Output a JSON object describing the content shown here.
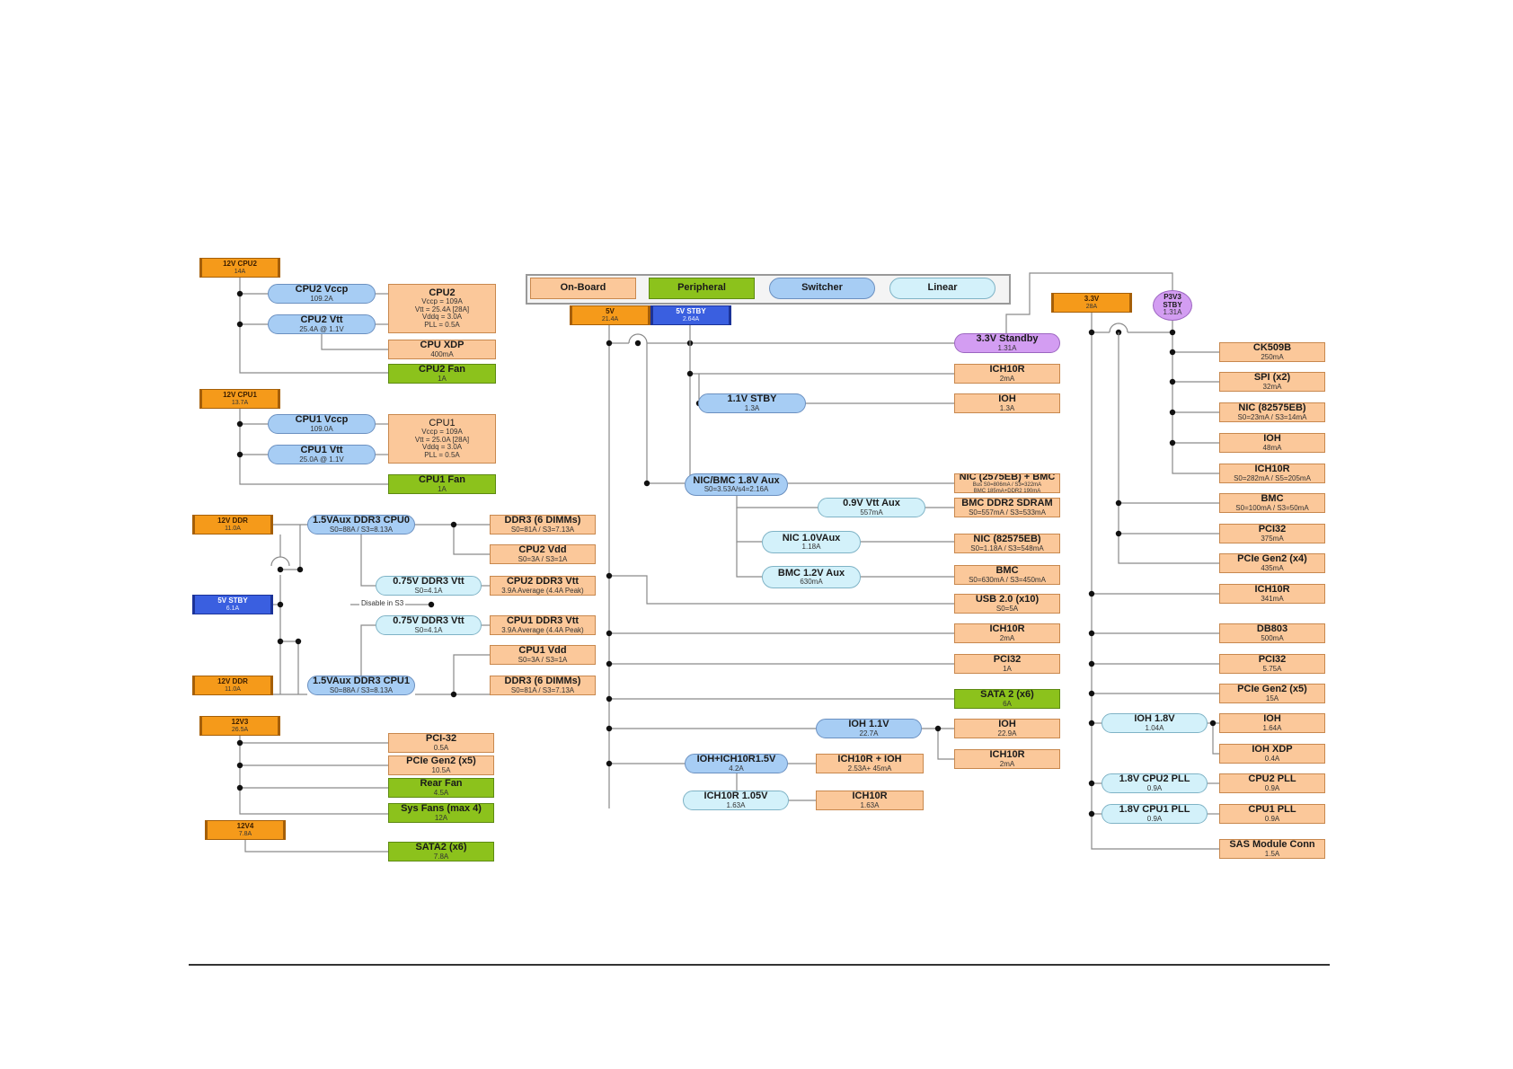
{
  "colors": {
    "onboard_fill": "#fbc89a",
    "onboard_border": "#c8884e",
    "peripheral_fill": "#8cc21c",
    "source_fill": "#f59a1a",
    "standby_source_fill": "#3a5fe0",
    "switcher_fill": "#a7cdf4",
    "linear_fill": "#d3f1fa",
    "standby_rail_fill": "#d39df2",
    "line": "#8a8a8a",
    "dot": "#111111"
  },
  "legend": [
    {
      "id": "leg-onboard",
      "t": "On-Board",
      "k": "onboard"
    },
    {
      "id": "leg-peripheral",
      "t": "Peripheral",
      "k": "peripheral"
    },
    {
      "id": "leg-switcher",
      "t": "Switcher",
      "k": "switcher"
    },
    {
      "id": "leg-linear",
      "t": "Linear",
      "k": "linear"
    }
  ],
  "notes": {
    "disable_s3": "Disable in S3"
  },
  "nodes": [
    {
      "id": "src-12vcpu2",
      "k": "source",
      "t": "12V CPU2",
      "s": "14A"
    },
    {
      "id": "cpu2-vccp",
      "k": "switcher",
      "t": "CPU2 Vccp",
      "s": "109.2A"
    },
    {
      "id": "cpu2-vtt",
      "k": "switcher",
      "t": "CPU2  Vtt",
      "s": "25.4A @ 1.1V"
    },
    {
      "id": "cpu2",
      "k": "onboard",
      "t": "CPU2",
      "s": "Vccp = 109A\nVtt = 25.4A [28A]\nVddq = 3.0A\nPLL = 0.5A"
    },
    {
      "id": "cpu-xdp",
      "k": "onboard",
      "t": "CPU XDP",
      "s": "400mA"
    },
    {
      "id": "cpu2-fan",
      "k": "peripheral",
      "t": "CPU2 Fan",
      "s": "1A"
    },
    {
      "id": "src-12vcpu1",
      "k": "source",
      "t": "12V CPU1",
      "s": "13.7A"
    },
    {
      "id": "cpu1-vccp",
      "k": "switcher",
      "t": "CPU1 Vccp",
      "s": "109.0A"
    },
    {
      "id": "cpu1-vtt",
      "k": "switcher",
      "t": "CPU1 Vtt",
      "s": "25.0A @ 1.1V"
    },
    {
      "id": "cpu1",
      "k": "onboard",
      "t": "CPU1",
      "s": "Vccp = 109A\nVtt = 25.0A [28A]\nVddq = 3.0A\nPLL = 0.5A",
      "light": true
    },
    {
      "id": "cpu1-fan",
      "k": "peripheral",
      "t": "CPU1 Fan",
      "s": "1A"
    },
    {
      "id": "src-12vddr-a",
      "k": "source",
      "t": "12V DDR",
      "s": "11.0A"
    },
    {
      "id": "ddr-cpu0",
      "k": "switcher",
      "t": "1.5VAux DDR3 CPU0",
      "s": "S0=88A / S3=8.13A"
    },
    {
      "id": "ddr3-a",
      "k": "onboard",
      "t": "DDR3 (6 DIMMs)",
      "s": "S0=81A / S3=7.13A"
    },
    {
      "id": "cpu2-vdd",
      "k": "onboard",
      "t": "CPU2  Vdd",
      "s": "S0=3A / S3=1A"
    },
    {
      "id": "vtt-a",
      "k": "linear",
      "t": "0.75V DDR3 Vtt",
      "s": "S0=4.1A"
    },
    {
      "id": "cpu2-ddr3-vtt",
      "k": "onboard",
      "t": "CPU2 DDR3 Vtt",
      "s": "3.9A Average (4.4A Peak)"
    },
    {
      "id": "src-5vstby-l",
      "k": "sourceblue",
      "t": "5V STBY",
      "s": "6.1A"
    },
    {
      "id": "vtt-b",
      "k": "linear",
      "t": "0.75V DDR3 Vtt",
      "s": "S0=4.1A"
    },
    {
      "id": "cpu1-ddr3-vtt",
      "k": "onboard",
      "t": "CPU1 DDR3 Vtt",
      "s": "3.9A Average (4.4A Peak)"
    },
    {
      "id": "cpu1-vdd",
      "k": "onboard",
      "t": "CPU1 Vdd",
      "s": "S0=3A / S3=1A"
    },
    {
      "id": "src-12vddr-b",
      "k": "source",
      "t": "12V DDR",
      "s": "11.0A"
    },
    {
      "id": "ddr-cpu1",
      "k": "switcher",
      "t": "1.5VAux DDR3 CPU1",
      "s": "S0=88A / S3=8.13A"
    },
    {
      "id": "ddr3-b",
      "k": "onboard",
      "t": "DDR3 (6 DIMMs)",
      "s": "S0=81A / S3=7.13A"
    },
    {
      "id": "src-12v3",
      "k": "source",
      "t": "12V3",
      "s": "26.5A"
    },
    {
      "id": "pci32-l",
      "k": "onboard",
      "t": "PCI-32",
      "s": "0.5A"
    },
    {
      "id": "pcie-l",
      "k": "onboard",
      "t": "PCIe Gen2 (x5)",
      "s": "10.5A"
    },
    {
      "id": "rear-fan",
      "k": "peripheral",
      "t": "Rear Fan",
      "s": "4.5A"
    },
    {
      "id": "sys-fans",
      "k": "peripheral",
      "t": "Sys Fans (max 4)",
      "s": "12A"
    },
    {
      "id": "src-12v4",
      "k": "source",
      "t": "12V4",
      "s": "7.8A"
    },
    {
      "id": "sata2-l",
      "k": "peripheral",
      "t": "SATA2 (x6)",
      "s": "7.8A"
    },
    {
      "id": "src-5v",
      "k": "source",
      "t": "5V",
      "s": "21.4A"
    },
    {
      "id": "src-5vstby",
      "k": "sourceblue",
      "t": "5V STBY",
      "s": "2.64A"
    },
    {
      "id": "standby33",
      "k": "standby",
      "t": "3.3V Standby",
      "s": "1.31A"
    },
    {
      "id": "ich10r-a",
      "k": "onboard",
      "t": "ICH10R",
      "s": "2mA"
    },
    {
      "id": "stby11",
      "k": "switcher",
      "t": "1.1V STBY",
      "s": "1.3A"
    },
    {
      "id": "ioh-a",
      "k": "onboard",
      "t": "IOH",
      "s": "1.3A"
    },
    {
      "id": "nicbmc18",
      "k": "switcher",
      "t": "NIC/BMC 1.8V Aux",
      "s": "S0=3.53A/s4=2.16A"
    },
    {
      "id": "nic-bmc",
      "k": "onboard",
      "t": "NIC (2575EB) + BMC",
      "s": "Bus S0=806mA / S3=322mA\nBMC 185mA+DDR2 190mA"
    },
    {
      "id": "vtt09",
      "k": "linear",
      "t": "0.9V Vtt  Aux",
      "s": "557mA"
    },
    {
      "id": "bmc-ddr2",
      "k": "onboard",
      "t": "BMC DDR2 SDRAM",
      "s": "S0=557mA / S3=533mA"
    },
    {
      "id": "nic10",
      "k": "linear",
      "t": "NIC 1.0VAux",
      "s": "1.18A"
    },
    {
      "id": "nic82575",
      "k": "onboard",
      "t": "NIC (82575EB)",
      "s": "S0=1.18A / S3=548mA"
    },
    {
      "id": "bmc12",
      "k": "linear",
      "t": "BMC 1.2V Aux",
      "s": "630mA"
    },
    {
      "id": "bmc-a",
      "k": "onboard",
      "t": "BMC",
      "s": "S0=630mA / S3=450mA"
    },
    {
      "id": "usb20",
      "k": "onboard",
      "t": "USB 2.0 (x10)",
      "s": "S0=5A"
    },
    {
      "id": "ich10r-b",
      "k": "onboard",
      "t": "ICH10R",
      "s": "2mA"
    },
    {
      "id": "pci32-c",
      "k": "onboard",
      "t": "PCI32",
      "s": "1A"
    },
    {
      "id": "sata2-c",
      "k": "peripheral",
      "t": "SATA 2 (x6)",
      "s": "6A"
    },
    {
      "id": "ioh11",
      "k": "switcher",
      "t": "IOH 1.1V",
      "s": "22.7A"
    },
    {
      "id": "ioh-b",
      "k": "onboard",
      "t": "IOH",
      "s": "22.9A"
    },
    {
      "id": "ich10r-c",
      "k": "onboard",
      "t": "ICH10R",
      "s": "2mA"
    },
    {
      "id": "iohich15",
      "k": "switcher",
      "t": "IOH+ICH10R1.5V",
      "s": "4.2A"
    },
    {
      "id": "ich10r-ioh",
      "k": "onboard",
      "t": "ICH10R + IOH",
      "s": "2.53A+ 45mA"
    },
    {
      "id": "ich105",
      "k": "linear",
      "t": "ICH10R 1.05V",
      "s": "1.63A"
    },
    {
      "id": "ich10r-d",
      "k": "onboard",
      "t": "ICH10R",
      "s": "1.63A"
    },
    {
      "id": "src-33v",
      "k": "source",
      "t": "3.3V",
      "s": "28A"
    },
    {
      "id": "p3v3stby",
      "k": "standbycircle",
      "t": "P3V3\nSTBY",
      "s": "1.31A"
    },
    {
      "id": "ck509b",
      "k": "onboard",
      "t": "CK509B",
      "s": "250mA"
    },
    {
      "id": "spi",
      "k": "onboard",
      "t": "SPI (x2)",
      "s": "32mA"
    },
    {
      "id": "nic-r",
      "k": "onboard",
      "t": "NIC (82575EB)",
      "s": "S0=23mA / S3=14mA"
    },
    {
      "id": "ioh-r",
      "k": "onboard",
      "t": "IOH",
      "s": "48mA"
    },
    {
      "id": "ich10r-r1",
      "k": "onboard",
      "t": "ICH10R",
      "s": "S0=282mA / S5=205mA"
    },
    {
      "id": "bmc-r",
      "k": "onboard",
      "t": "BMC",
      "s": "S0=100mA / S3=50mA"
    },
    {
      "id": "pci32-r1",
      "k": "onboard",
      "t": "PCI32",
      "s": "375mA"
    },
    {
      "id": "pcie4-r",
      "k": "onboard",
      "t": "PCIe Gen2 (x4)",
      "s": "435mA"
    },
    {
      "id": "ich10r-r2",
      "k": "onboard",
      "t": "ICH10R",
      "s": "341mA"
    },
    {
      "id": "db803",
      "k": "onboard",
      "t": "DB803",
      "s": "500mA"
    },
    {
      "id": "pci32-r2",
      "k": "onboard",
      "t": "PCI32",
      "s": "5.75A"
    },
    {
      "id": "pcie5-r",
      "k": "onboard",
      "t": "PCIe Gen2 (x5)",
      "s": "15A"
    },
    {
      "id": "ioh18",
      "k": "linear",
      "t": "IOH 1.8V",
      "s": "1.04A"
    },
    {
      "id": "ioh-r2",
      "k": "onboard",
      "t": "IOH",
      "s": "1.64A"
    },
    {
      "id": "ioh-xdp",
      "k": "onboard",
      "t": "IOH XDP",
      "s": "0.4A"
    },
    {
      "id": "pll2-l",
      "k": "linear",
      "t": "1.8V CPU2 PLL",
      "s": "0.9A"
    },
    {
      "id": "pll2",
      "k": "onboard",
      "t": "CPU2  PLL",
      "s": "0.9A"
    },
    {
      "id": "pll1-l",
      "k": "linear",
      "t": "1.8V CPU1 PLL",
      "s": "0.9A"
    },
    {
      "id": "pll1",
      "k": "onboard",
      "t": "CPU1 PLL",
      "s": "0.9A"
    },
    {
      "id": "sas",
      "k": "onboard",
      "t": "SAS Module Conn",
      "s": "1.5A"
    }
  ]
}
